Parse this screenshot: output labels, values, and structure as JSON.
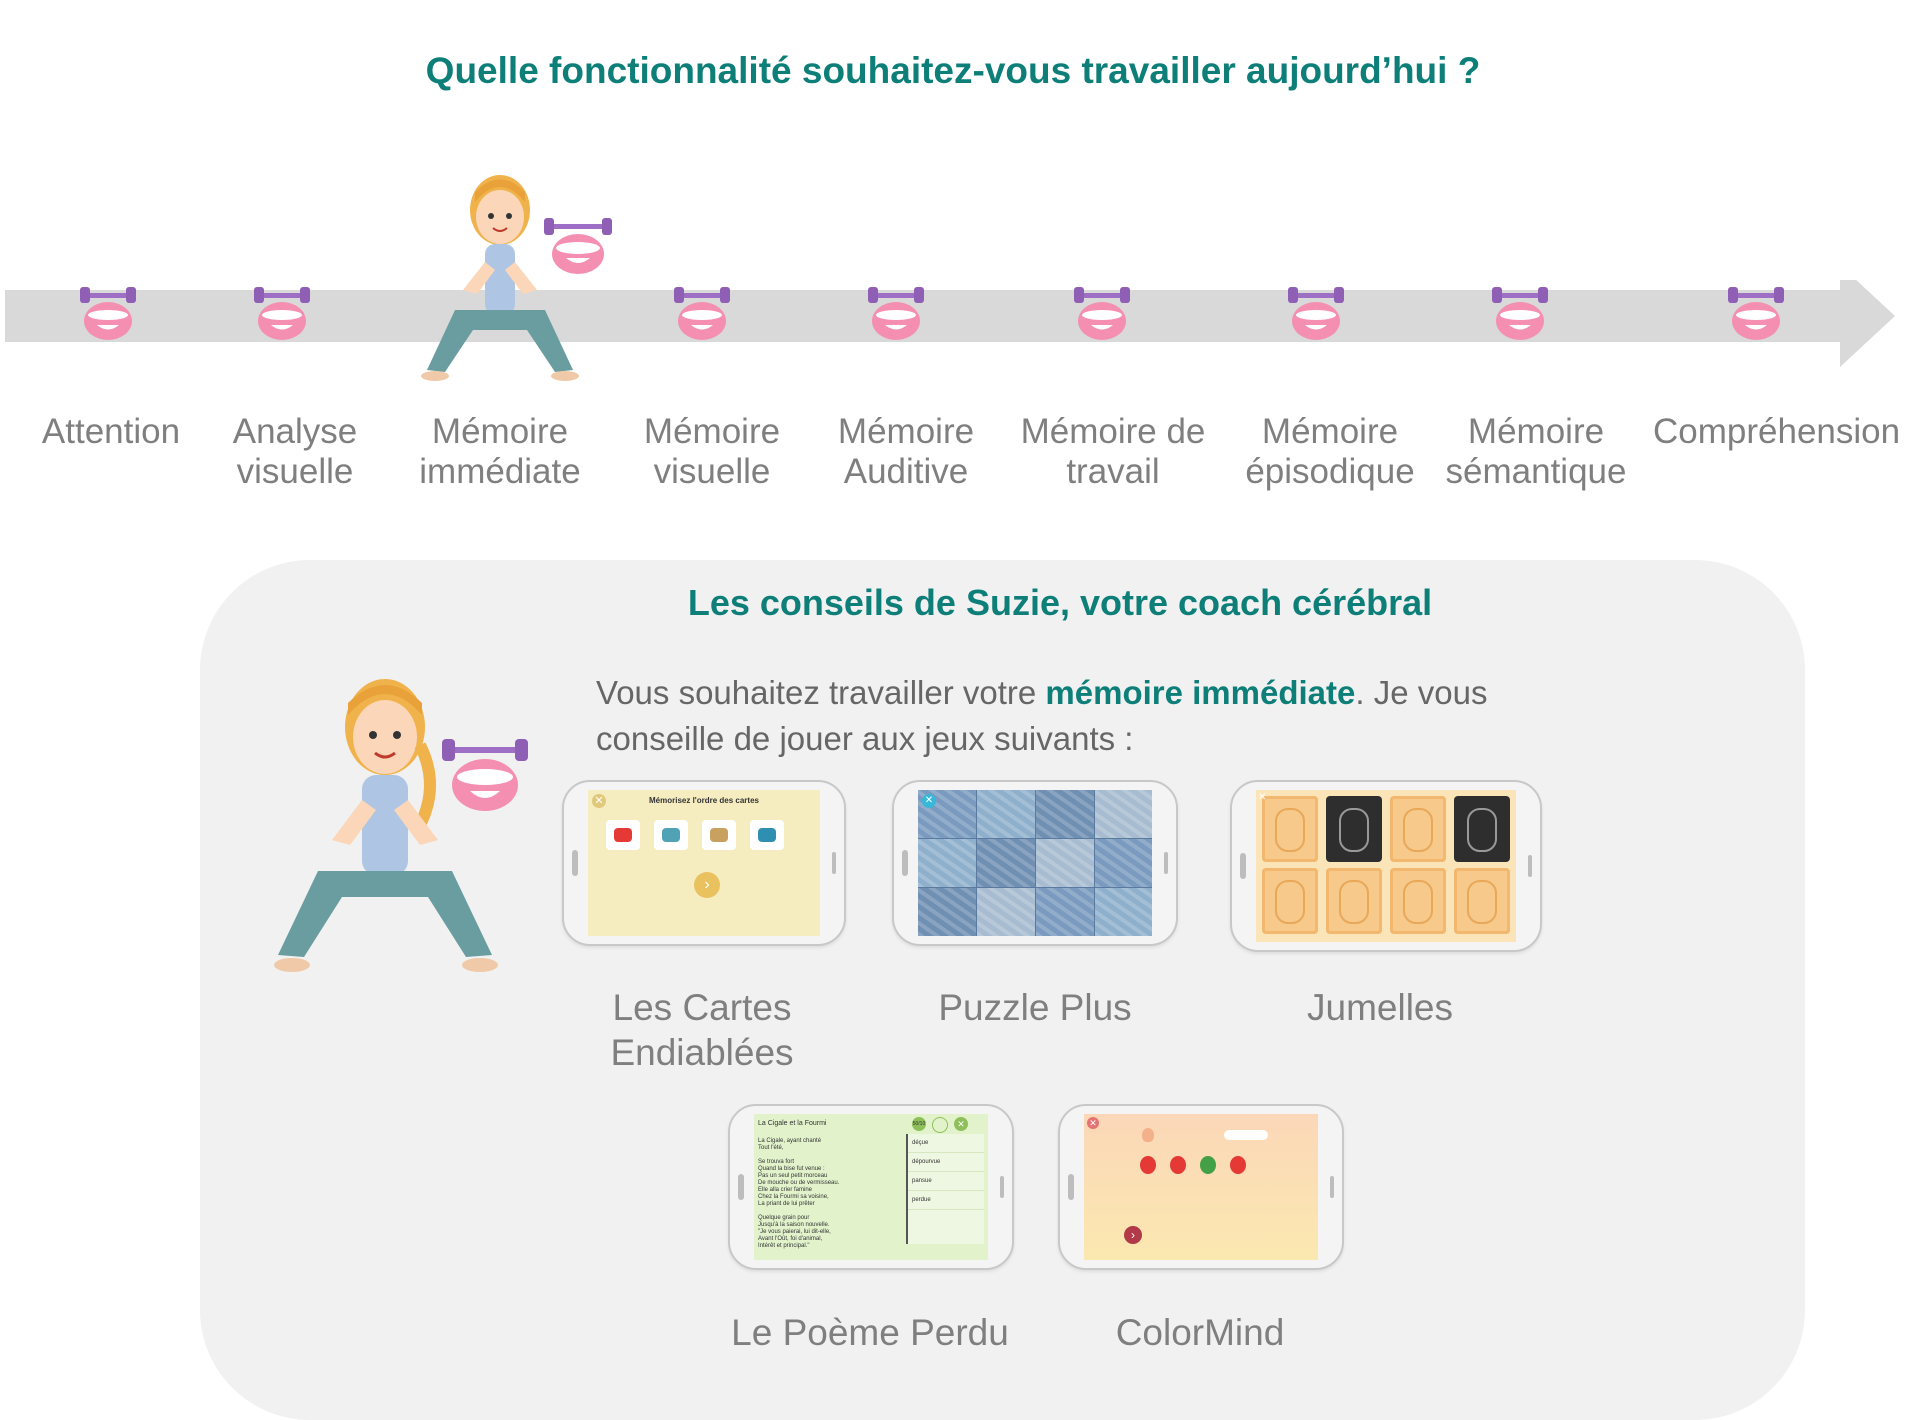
{
  "header": {
    "question": "Quelle fonctionnalité souhaitez-vous travailler aujourd’hui ?"
  },
  "steps": [
    {
      "label": "Attention"
    },
    {
      "label": "Analyse\nvisuelle"
    },
    {
      "label": "Mémoire\nimmédiate"
    },
    {
      "label": "Mémoire\nvisuelle"
    },
    {
      "label": "Mémoire\nAuditive"
    },
    {
      "label": "Mémoire de\ntravail"
    },
    {
      "label": "Mémoire\népisodique"
    },
    {
      "label": "Mémoire\nsémantique"
    },
    {
      "label": "Compréhension"
    }
  ],
  "selected_step": "Mémoire immédiate",
  "panel": {
    "title": "Les conseils de Suzie, votre coach cérébral",
    "advice_before": "Vous souhaitez travailler votre ",
    "advice_bold": "mémoire immédiate",
    "advice_after": ". Je vous conseille de jouer aux jeux suivants :"
  },
  "games": [
    {
      "label": "Les Cartes\nEndiablées",
      "screen_title": "Mémorisez l'ordre des cartes"
    },
    {
      "label": "Puzzle Plus"
    },
    {
      "label": "Jumelles"
    },
    {
      "label": "Le Poème Perdu",
      "screen_title": "La Cigale et la Fourmi",
      "score": "50/10",
      "poem_lines": [
        "La Cigale, ayant chanté",
        "Tout l'été,",
        "",
        "Se trouva fort",
        "Quand la bise fut venue :",
        "Pas un seul petit morceau",
        "De mouche ou de vermisseau.",
        "Elle alla crier famine",
        "Chez la Fourmi sa voisine,",
        "La priant de lui prêter",
        "",
        "Quelque grain pour",
        "Jusqu'à la saison nouvelle.",
        "\"Je vous paierai, lui dit-elle,",
        "Avant l'Oût, foi d'animal,",
        "Intérêt et principal.\""
      ],
      "words": [
        "déçue",
        "dépourvue",
        "pansue",
        "perdue"
      ]
    },
    {
      "label": "ColorMind"
    }
  ],
  "colors": {
    "accent": "#0d7f78",
    "label_gray": "#7f7f7f",
    "panel_bg": "#f1f1f1",
    "track": "#d9d9d9"
  }
}
